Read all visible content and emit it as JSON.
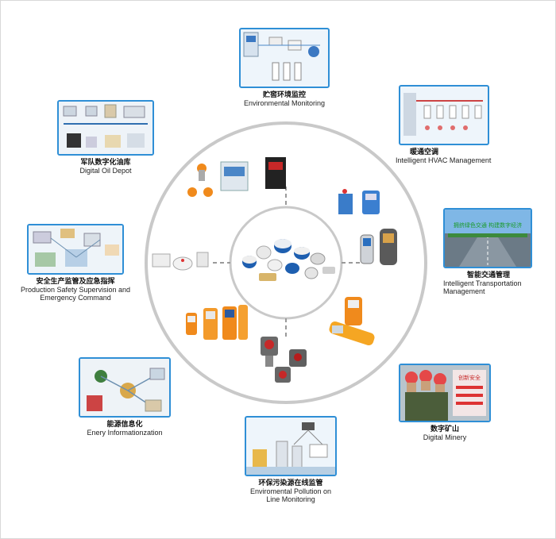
{
  "colors": {
    "thumb_border": "#2f8fd6",
    "ring": "#c9c9c9",
    "device_orange": "#f08a1c",
    "device_blue": "#2c5aa0"
  },
  "applications": [
    {
      "id": "env",
      "cn": "贮窖环境监控",
      "en": "Environmental Monitoring"
    },
    {
      "id": "hvac",
      "cn": "暖通空调",
      "en": "Intelligent HVAC Management"
    },
    {
      "id": "traffic",
      "cn": "智能交通管理",
      "en": "Intelligent Transportation Management"
    },
    {
      "id": "minery",
      "cn": "数字矿山",
      "en": "Digital Minery"
    },
    {
      "id": "pollution",
      "cn": "环保污染源在线监管",
      "en": "Enviromental Pollution on Line Monitoring"
    },
    {
      "id": "energy",
      "cn": "能源信息化",
      "en": "Enery Informationzation"
    },
    {
      "id": "safety",
      "cn": "安全生产监管及应急指挥",
      "en": "Production Safety Supervision and Emergency Command"
    },
    {
      "id": "oil",
      "cn": "军队数字化油库",
      "en": "Digital Oil Depot"
    }
  ],
  "thumb_text": {
    "traffic": "拥挤绿色交通 构建数字经济",
    "minery": "创新安全"
  }
}
